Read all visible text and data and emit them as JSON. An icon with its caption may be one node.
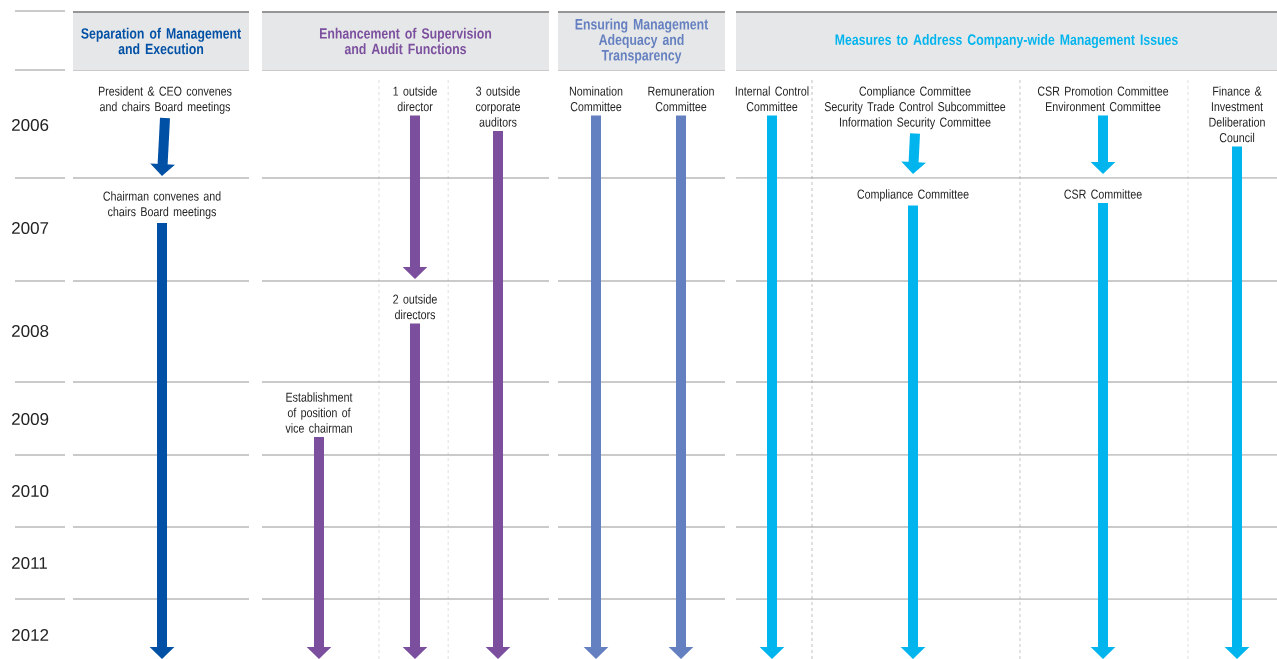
{
  "diagram": {
    "nodes": [
      {
        "text": [
          "Separation of Management and Execution"
        ]
      },
      {
        "text": [
          "Enhancement of Supervision and Audit Functions"
        ]
      },
      {
        "text": [
          "Ensuring Management Adequacy and Transparency"
        ]
      },
      {
        "text": [
          "Measures to Address Company-wide Management Issues"
        ]
      },
      {
        "text": [
          "President & CEO convenes and chairs Board meetings"
        ]
      },
      {
        "text": [
          "1 outside director"
        ]
      },
      {
        "text": [
          "3 outside corporate auditors"
        ]
      },
      {
        "text": [
          "Nomination Committee"
        ]
      },
      {
        "text": [
          "Remuneration Committee"
        ]
      },
      {
        "text": [
          "Internal Control Committee"
        ]
      },
      {
        "text": [
          "Compliance Committee",
          "Security Trade Control Subcommittee",
          "Information Security Committee"
        ]
      },
      {
        "text": [
          "CSR Promotion Committee",
          "Environment Committee"
        ]
      },
      {
        "text": [
          "Finance & Investment Deliberation Council"
        ]
      },
      {
        "text": [
          "Chairman convenes and chairs Board meetings"
        ]
      },
      {
        "text": [
          "Compliance Committee"
        ]
      },
      {
        "text": [
          "CSR Committee"
        ]
      },
      {
        "text": [
          "2 outside directors"
        ]
      },
      {
        "text": [
          "Establishment of position of vice chairman"
        ]
      }
    ],
    "edges": [
      {
        "from": 4,
        "to": 13,
        "arrow": "to",
        "color": "#0050a5"
      },
      {
        "from": 13,
        "to": null,
        "arrow": "to",
        "color": "#0050a5"
      },
      {
        "from": 5,
        "to": 16,
        "arrow": "to",
        "color": "#7b4f9e"
      },
      {
        "from": 16,
        "to": null,
        "arrow": "to",
        "color": "#7b4f9e"
      },
      {
        "from": 6,
        "to": null,
        "arrow": "to",
        "color": "#7b4f9e"
      },
      {
        "from": 17,
        "to": null,
        "arrow": "to",
        "color": "#7b4f9e"
      },
      {
        "from": 7,
        "to": null,
        "arrow": "to",
        "color": "#6580c0"
      },
      {
        "from": 8,
        "to": null,
        "arrow": "to",
        "color": "#6580c0"
      },
      {
        "from": 9,
        "to": null,
        "arrow": "to"
      },
      {
        "from": 10,
        "to": 14,
        "arrow": "to"
      },
      {
        "from": 14,
        "to": null,
        "arrow": "to"
      },
      {
        "from": 11,
        "to": 15,
        "arrow": "to"
      },
      {
        "from": 15,
        "to": null,
        "arrow": "to"
      },
      {
        "from": 12,
        "to": null,
        "arrow": "to"
      }
    ],
    "labels": [
      "2006",
      "2007",
      "2008",
      "2009",
      "2010",
      "2011",
      "2012"
    ]
  }
}
